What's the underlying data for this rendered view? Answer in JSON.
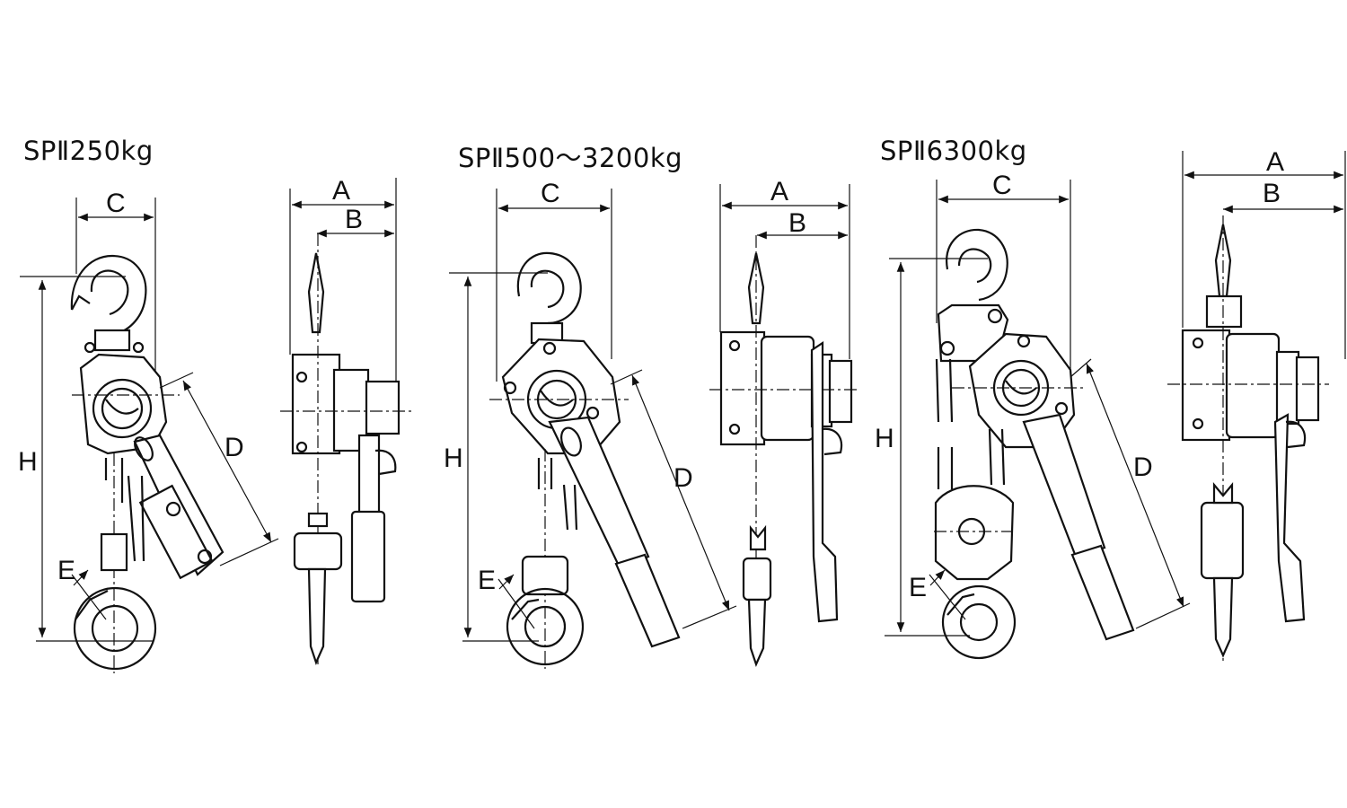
{
  "models": [
    {
      "title": "SPⅡ250kg"
    },
    {
      "title": "SPⅡ500～3200kg"
    },
    {
      "title": "SPⅡ6300kg"
    }
  ],
  "dimensions": {
    "a": "A",
    "b": "B",
    "c": "C",
    "d": "D",
    "e": "E",
    "h": "H"
  }
}
